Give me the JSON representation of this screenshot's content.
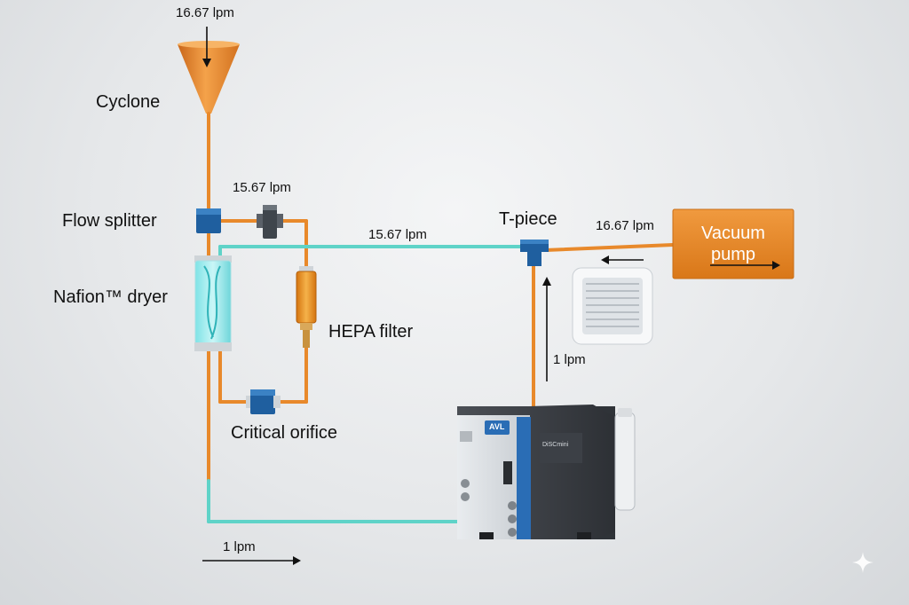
{
  "diagram": {
    "inlet_flow": "16.67 lpm",
    "cyclone": "Cyclone",
    "flow_splitter": "Flow splitter",
    "splitter_branch_flow": "15.67 lpm",
    "nafion_dryer": "Nafion™ dryer",
    "hepa_filter": "HEPA filter",
    "critical_orifice": "Critical orifice",
    "bypass_flow": "15.67 lpm",
    "t_piece": "T-piece",
    "pump_flow": "16.67 lpm",
    "vacuum_pump_line1": "Vacuum",
    "vacuum_pump_line2": "pump",
    "instrument_return_flow": "1 lpm",
    "dryer_outlet_flow": "1 lpm",
    "instrument_brand": "AVL",
    "instrument_model": "DiSCmini"
  },
  "colors": {
    "orange_tube": "#e8892b",
    "teal_tube": "#5fd3c8",
    "connector_blue": "#1f5f9f",
    "pump_orange": "#e8892b",
    "instrument_blue": "#2a6db5"
  }
}
